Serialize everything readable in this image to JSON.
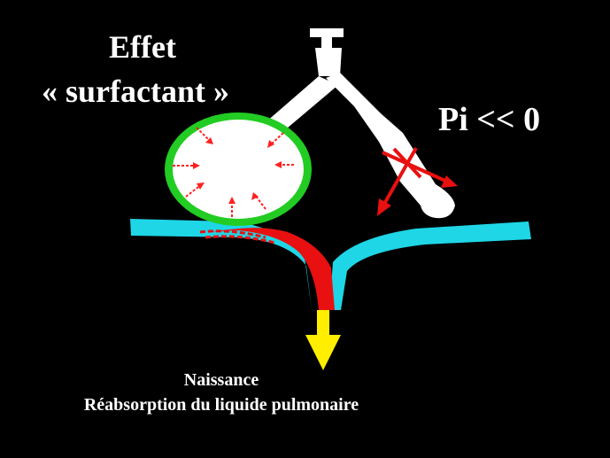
{
  "labels": {
    "title_line1": "Effet",
    "title_line2": "« surfactant »",
    "pressure": "Pi << 0",
    "caption_line1": "Naissance",
    "caption_line2": "Réabsorption du liquide pulmonaire"
  },
  "colors": {
    "background": "#000000",
    "airway": "#ffffff",
    "surfactant_ring": "#22cc22",
    "fluid_cyan": "#1ed6e6",
    "fluid_red": "#e81010",
    "flow_arrow": "#ffee00",
    "inward_arrows": "#ff2020"
  },
  "icons": {
    "pressure_arrow": "arrow-down-left-icon",
    "crossed_arrow": "crossed-arrow-icon",
    "flow_arrow": "arrow-down-icon"
  }
}
